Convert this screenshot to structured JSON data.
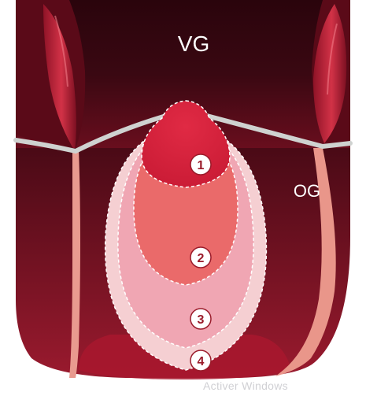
{
  "labels": {
    "top_region": "VG",
    "right_region": "OG"
  },
  "zones": [
    {
      "number": "1"
    },
    {
      "number": "2"
    },
    {
      "number": "3"
    },
    {
      "number": "4"
    }
  ],
  "watermark": "Activer Windows",
  "colors": {
    "dark_cavity": "#3a0812",
    "outer_wall": "#c42a3e",
    "septum": "#e99a8f",
    "membrane": "#cfd2d0",
    "zone_1": "#d8203a",
    "zone_2": "#ea6a6a",
    "zone_3": "#f0a6b3",
    "zone_4": "#f5cfd2",
    "number_badge": "#ffffff",
    "number_text": "#9a1b2a"
  }
}
